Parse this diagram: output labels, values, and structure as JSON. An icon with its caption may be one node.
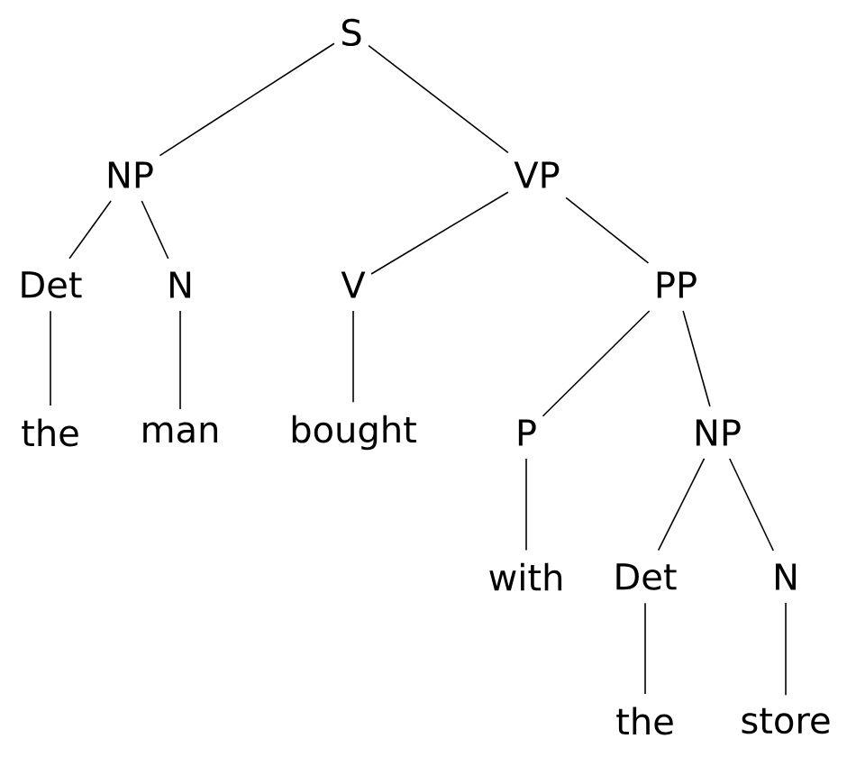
{
  "diagram": {
    "nodes": [
      {
        "text": [
          "S"
        ]
      },
      {
        "text": [
          "NP"
        ]
      },
      {
        "text": [
          "VP"
        ]
      },
      {
        "text": [
          "Det"
        ]
      },
      {
        "text": [
          "N"
        ]
      },
      {
        "text": [
          "V"
        ]
      },
      {
        "text": [
          "PP"
        ]
      },
      {
        "text": [
          "the"
        ]
      },
      {
        "text": [
          "man"
        ]
      },
      {
        "text": [
          "bought"
        ]
      },
      {
        "text": [
          "P"
        ]
      },
      {
        "text": [
          "NP"
        ]
      },
      {
        "text": [
          "with"
        ]
      },
      {
        "text": [
          "Det"
        ]
      },
      {
        "text": [
          "N"
        ]
      },
      {
        "text": [
          "the"
        ]
      },
      {
        "text": [
          "store"
        ]
      }
    ],
    "edges": [
      {
        "from": 0,
        "to": 1,
        "arrow": "none"
      },
      {
        "from": 0,
        "to": 2,
        "arrow": "none"
      },
      {
        "from": 1,
        "to": 3,
        "arrow": "none"
      },
      {
        "from": 1,
        "to": 4,
        "arrow": "none"
      },
      {
        "from": 2,
        "to": 5,
        "arrow": "none"
      },
      {
        "from": 2,
        "to": 6,
        "arrow": "none"
      },
      {
        "from": 3,
        "to": 7,
        "arrow": "none"
      },
      {
        "from": 4,
        "to": 8,
        "arrow": "none"
      },
      {
        "from": 5,
        "to": 9,
        "arrow": "none"
      },
      {
        "from": 6,
        "to": 10,
        "arrow": "none"
      },
      {
        "from": 6,
        "to": 11,
        "arrow": "none"
      },
      {
        "from": 10,
        "to": 12,
        "arrow": "none"
      },
      {
        "from": 11,
        "to": 13,
        "arrow": "none"
      },
      {
        "from": 11,
        "to": 14,
        "arrow": "none"
      },
      {
        "from": 13,
        "to": 15,
        "arrow": "none"
      },
      {
        "from": 14,
        "to": 16,
        "arrow": "none"
      }
    ]
  }
}
